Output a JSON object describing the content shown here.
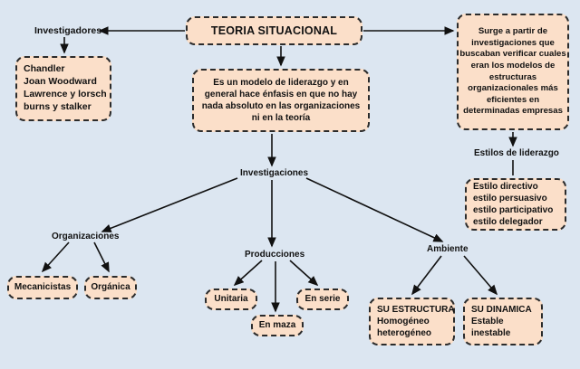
{
  "canvas": {
    "background_color": "#dce6f1",
    "node_fill_color": "#fbdfc9",
    "node_border_color": "#2b2b2b",
    "edge_color": "#111111"
  },
  "title_node": {
    "text": "TEORIA SITUACIONAL"
  },
  "labels": {
    "investigadores": "Investigadores",
    "estilos_de_liderazgo": "Estilos de liderazgo",
    "investigaciones": "Investigaciones",
    "organizaciones": "Organizaciones",
    "producciones": "Producciones",
    "ambiente": "Ambiente"
  },
  "researchers_node": {
    "lines": [
      "Chandler",
      "Joan Woodward",
      "Lawrence y lorsch",
      "burns y stalker"
    ]
  },
  "origin_node": {
    "lines": [
      "Surge a partir de",
      "investigaciones que",
      "buscaban verificar cuales",
      "eran los modelos de",
      "estructuras",
      "organizacionales más",
      "eficientes en",
      "determinadas empresas"
    ]
  },
  "model_node": {
    "lines": [
      "Es un modelo de liderazgo y en",
      "general hace énfasis en que no hay",
      "nada absoluto en las organizaciones",
      "ni en la teoría"
    ]
  },
  "styles_node": {
    "lines": [
      "Estilo directivo",
      "estilo persuasivo",
      "estilo participativo",
      "estilo delegador"
    ]
  },
  "organizaciones_children": {
    "mecanicistas": "Mecanicistas",
    "organica": "Orgánica"
  },
  "producciones_children": {
    "unitaria": "Unitaria",
    "en_maza": "En maza",
    "en_serie": "En serie"
  },
  "ambiente_children": {
    "estructura": {
      "heading": "SU ESTRUCTURA",
      "lines": [
        "Homogéneo",
        "heterogéneo"
      ]
    },
    "dinamica": {
      "heading": "SU DINAMICA",
      "lines": [
        "Estable",
        "inestable"
      ]
    }
  }
}
